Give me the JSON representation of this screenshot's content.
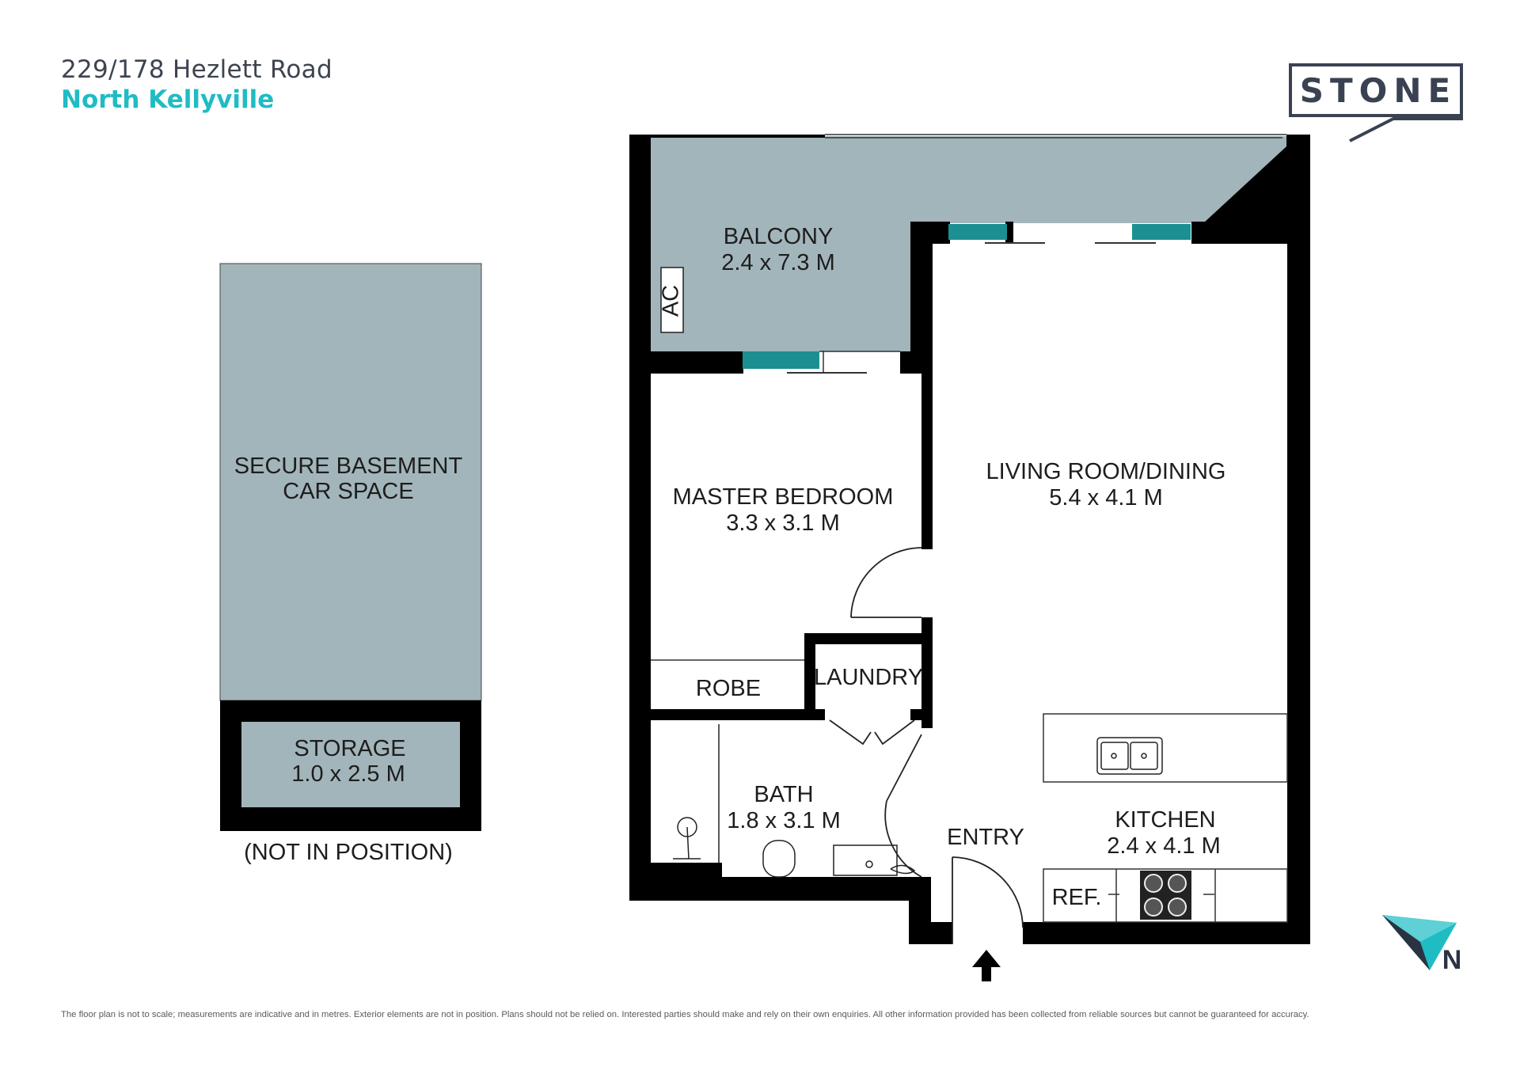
{
  "header": {
    "address_line1": "229/178 Hezlett Road",
    "address_line2": "North Kellyville"
  },
  "brand": {
    "logo_text": "STONE",
    "color_primary": "#3a4252",
    "color_accent": "#1fbcc4"
  },
  "rooms": {
    "balcony_name": "BALCONY",
    "balcony_size": "2.4 x 7.3 M",
    "ac": "AC",
    "living_name": "LIVING ROOM/DINING",
    "living_size": "5.4 x 4.1 M",
    "master_name": "MASTER BEDROOM",
    "master_size": "3.3 x 3.1 M",
    "robe": "ROBE",
    "laundry": "LAUNDRY",
    "bath_name": "BATH",
    "bath_size": "1.8 x 3.1 M",
    "kitchen_name": "KITCHEN",
    "kitchen_size": "2.4 x 4.1 M",
    "entry": "ENTRY",
    "ref": "REF."
  },
  "basement": {
    "car_line1": "SECURE BASEMENT",
    "car_line2": "CAR SPACE",
    "storage_name": "STORAGE",
    "storage_size": "1.0 x 2.5 M",
    "note": "(NOT IN POSITION)"
  },
  "compass": {
    "label": "N"
  },
  "colors": {
    "floor_fill": "#a2b5ba",
    "wall": "#000000",
    "window": "#1b8f92"
  },
  "disclaimer": "The floor plan is not to scale; measurements are indicative and in metres. Exterior elements are not in position. Plans should not be relied on. Interested parties should make and rely on their own enquiries. All other information provided has been collected from reliable sources but cannot be guaranteed for accuracy."
}
